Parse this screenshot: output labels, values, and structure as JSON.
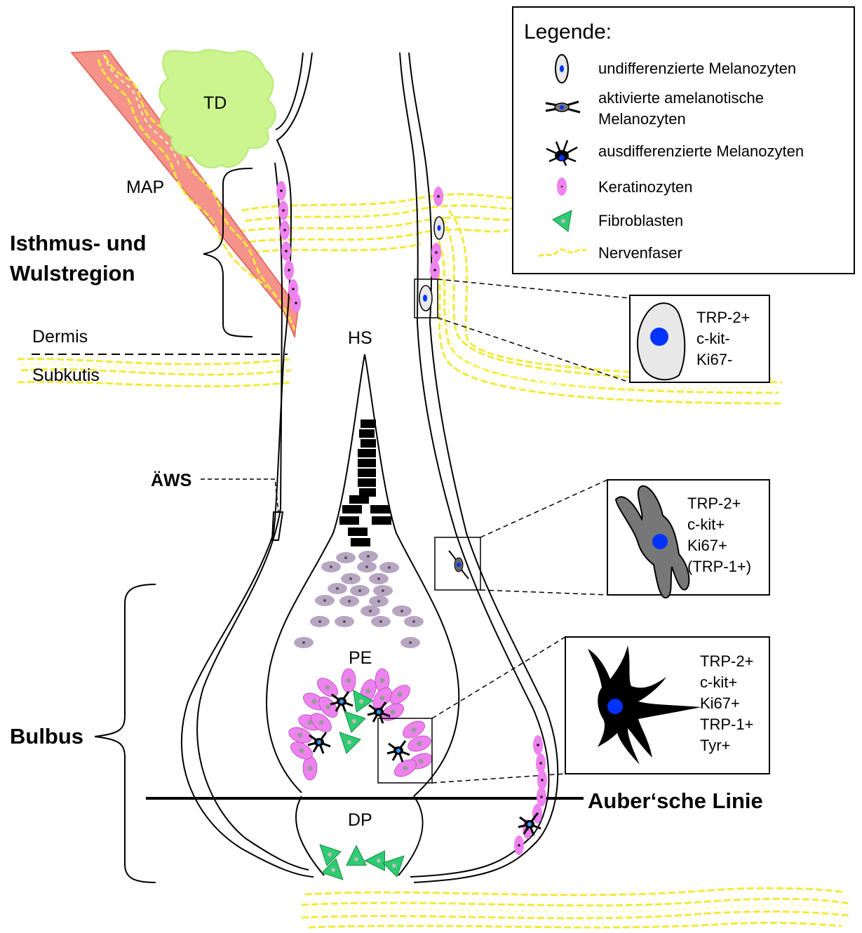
{
  "legend": {
    "title": "Legende:",
    "items": [
      {
        "label": "undifferenzierte Melanozyten",
        "icon": "undifferentiated-melanocyte-icon"
      },
      {
        "label": "aktivierte amelanotische",
        "label2": "Melanozyten",
        "icon": "activated-melanocyte-icon"
      },
      {
        "label": "ausdifferenzierte Melanozyten",
        "icon": "differentiated-melanocyte-icon"
      },
      {
        "label": "Keratinozyten",
        "icon": "keratinocyte-icon"
      },
      {
        "label": "Fibroblasten",
        "icon": "fibroblast-icon"
      },
      {
        "label": "Nervenfaser",
        "icon": "nerve-fiber-icon"
      }
    ]
  },
  "regions": {
    "td": "TD",
    "map": "MAP",
    "isthmus_line1": "Isthmus- und",
    "isthmus_line2": "Wulstregion",
    "dermis": "Dermis",
    "subkutis": "Subkutis",
    "hs": "HS",
    "aws": "ÄWS",
    "pe": "PE",
    "bulbus": "Bulbus",
    "dp": "DP",
    "auber": "Auber‘sche Linie"
  },
  "marker_boxes": [
    {
      "lines": [
        "TRP-2+",
        "c-kit-",
        "Ki67-"
      ]
    },
    {
      "lines": [
        "TRP-2+",
        "c-kit+",
        "Ki67+",
        "(TRP-1+)"
      ]
    },
    {
      "lines": [
        "TRP-2+",
        "c-kit+",
        "Ki67+",
        "TRP-1+",
        "Tyr+"
      ]
    }
  ],
  "colors": {
    "keratinocyte": "#ee82ee",
    "fibroblast": "#2ecc71",
    "nerve": "#f2ea3a",
    "muscle": "#f4938a",
    "gland": "#ccf590",
    "pigment": "#b7a6c2",
    "nucleus": "#0033ff"
  }
}
